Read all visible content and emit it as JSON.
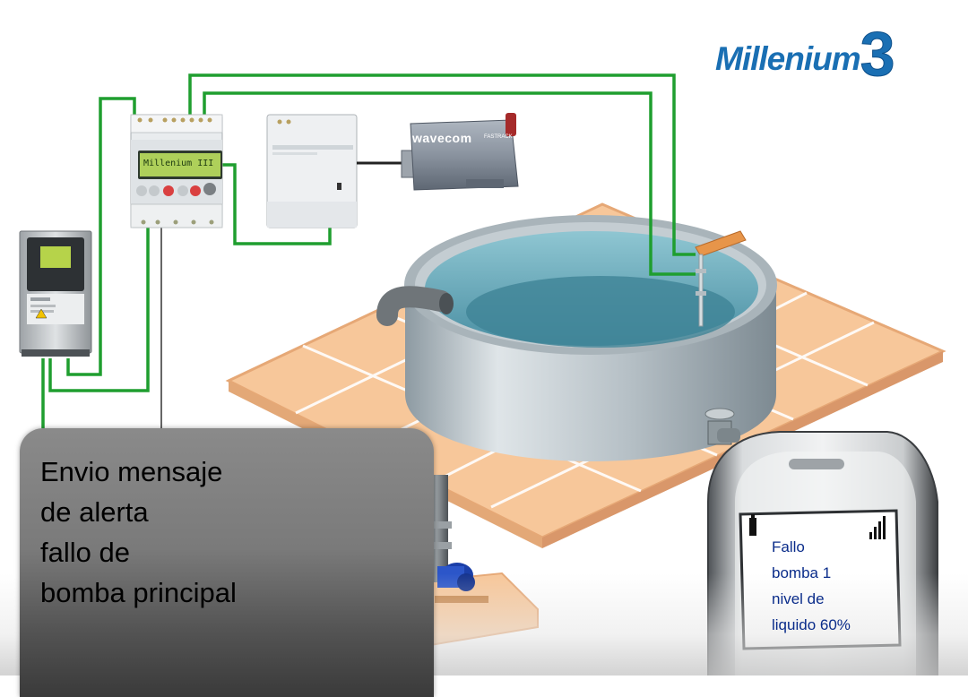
{
  "logo": {
    "word": "Millenium",
    "number": "3"
  },
  "controller": {
    "lcd_text": "Millenium III"
  },
  "modem": {
    "brand": "wavecom",
    "model": "FASTRACK"
  },
  "callout": {
    "message": "Envio mensaje\nde alerta\nfallo de\nbomba principal"
  },
  "phone": {
    "lines": [
      "Fallo",
      "bomba 1",
      "nivel de",
      "liquido 60%"
    ]
  },
  "colors": {
    "wire": "#1f9e2f",
    "water": "#5fa8b8",
    "tile": "#f7c79a",
    "logo": "#1a6fb3",
    "phone_text": "#0a2c8a",
    "callout_bg": "#7a7a7a"
  }
}
